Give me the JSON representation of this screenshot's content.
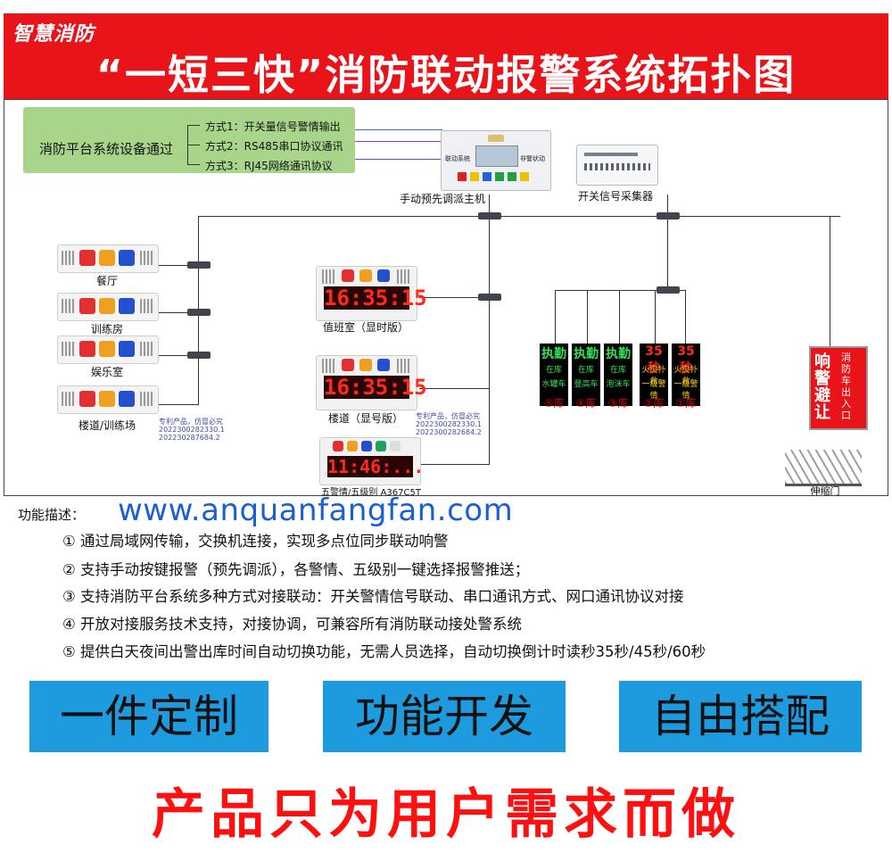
{
  "header": {
    "brand": "智慧消防",
    "title": "“一短三快”消防联动报警系统拓扑图",
    "bg_color": "#e8141a"
  },
  "platform": {
    "label": "消防平台系统设备通过",
    "methods": [
      "方式1：开关量信号警情输出",
      "方式2：RS485串口协议通讯",
      "方式3：RJ45网络通讯协议"
    ],
    "box_color": "#a9d58b"
  },
  "devices": {
    "dispatch_host": "手动预先调派主机",
    "dispatch_screen": {
      "left": "联动系统",
      "right": "非警状动"
    },
    "signal_collector": "开关信号采集器"
  },
  "rooms": [
    "餐厅",
    "训练房",
    "娱乐室",
    "楼道/训练场"
  ],
  "clocks": [
    {
      "label": "值班室（显时版）",
      "time": "16:35:15"
    },
    {
      "label": "楼道（显号版）",
      "time": "16:35:15"
    },
    {
      "label": "五警情/五级别 A367C5T",
      "time": "11:46:..."
    }
  ],
  "tiny_notes": {
    "left": [
      "专利产品，仿冒必究",
      "2022300282330.1",
      "202230287684.2"
    ],
    "right": [
      "专利产品，仿冒必究",
      "2022300282330.1",
      "2022300282684.2"
    ]
  },
  "garages": [
    {
      "top": "执勤",
      "mid": "在库",
      "bot": "水罐车",
      "label": "⑤库",
      "top_color": "#2ee25a"
    },
    {
      "top": "执勤",
      "mid": "在库",
      "bot": "登高车",
      "label": "④库",
      "top_color": "#2ee25a"
    },
    {
      "top": "执勤",
      "mid": "在库",
      "bot": "泡沫车",
      "label": "③库",
      "top_color": "#2ee25a"
    },
    {
      "top": "35秒",
      "mid": "火灾扑救",
      "bot": "一级警情",
      "label": "②库",
      "top_color": "#ff2a1a"
    },
    {
      "top": "35秒",
      "mid": "火灾扑救",
      "bot": "一级警情",
      "label": "①库",
      "top_color": "#ff2a1a"
    }
  ],
  "exit_sign": {
    "big": "响警避让",
    "small": "消防车出入口"
  },
  "gate_label": "伸缩门",
  "function_title": "功能描述：",
  "watermark": "www.anquanfangfan.com",
  "features": [
    "① 通过局域网传输，交换机连接，实现多点位同步联动响警",
    "② 支持手动按键报警（预先调派），各警情、五级别一键选择报警推送；",
    "③ 支持消防平台系统多种方式对接联动：开关警情信号联动、串口通讯方式、网口通讯协议对接",
    "④ 开放对接服务技术支持，对接协调，可兼容所有消防联动接处警系统",
    "⑤ 提供白天夜间出警出库时间自动切换功能，无需人员选择，自动切换倒计时读秒35秒/45秒/60秒"
  ],
  "cta_buttons": [
    "一件定制",
    "功能开发",
    "自由搭配"
  ],
  "cta_color": "#1d9bde",
  "slogan": "产品只为用户需求而做",
  "slogan_color": "#ff1010"
}
